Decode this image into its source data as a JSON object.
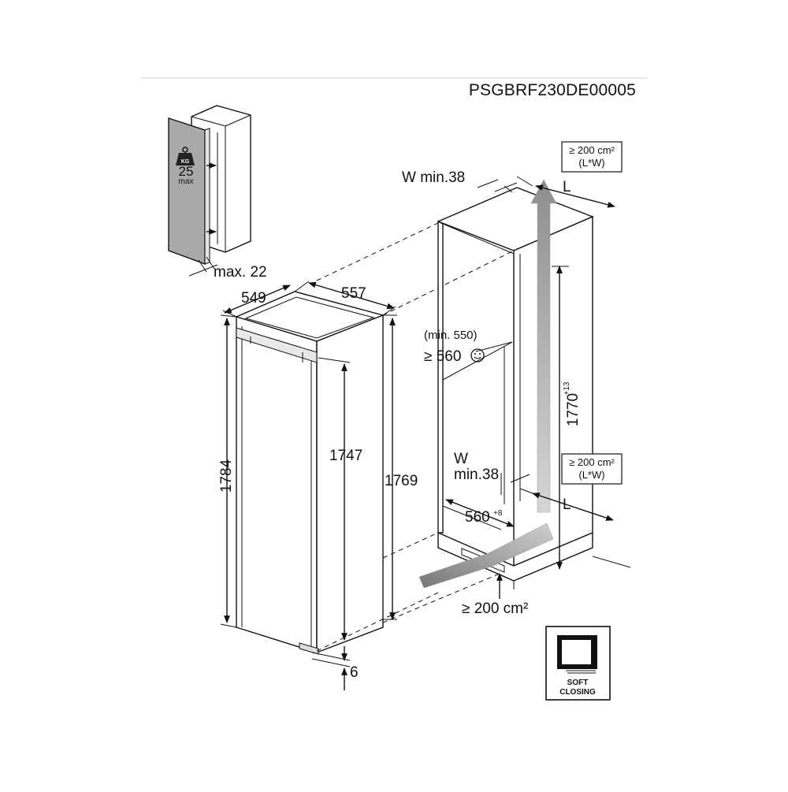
{
  "document": {
    "code": "PSGBRF230DE00005"
  },
  "door_panel": {
    "weight_icon_text": "KG",
    "weight_value": "25",
    "weight_unit": "max",
    "thickness_label": "max. 22"
  },
  "appliance": {
    "depth": "549",
    "width": "557",
    "height_total": "1784",
    "height_door": "1747",
    "height_body": "1769",
    "bottom_gap": "6"
  },
  "niche": {
    "min_depth_top": "(min. 550)",
    "depth_recommended": "≥ 560",
    "height": "1770",
    "height_tolerance": "+13",
    "width": "560",
    "width_tolerance": "+8",
    "top_gap_label": "W min.38",
    "bottom_gap_label_w": "W",
    "bottom_gap_label_min": "min.38",
    "vent_top_area": "≥ 200 cm²",
    "vent_top_formula": "(L*W)",
    "vent_mid_area": "≥ 200 cm²",
    "vent_mid_formula": "(L*W)",
    "vent_bottom_area": "≥ 200 cm²",
    "length_label_top": "L",
    "length_label_bottom": "L"
  },
  "soft_closing": {
    "line1": "SOFT",
    "line2": "CLOSING"
  },
  "icons": [
    "weight-icon",
    "smiley-icon",
    "soft-closing-icon"
  ]
}
